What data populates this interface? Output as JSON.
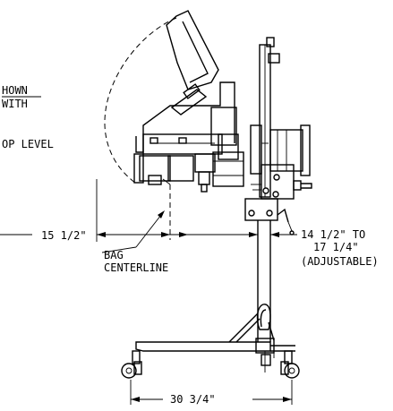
{
  "notes": {
    "note1_line1": "HOWN",
    "note1_line2": "WITH",
    "note2": "OP  LEVEL"
  },
  "dimensions": {
    "left_width": "15  1/2\"",
    "right_width_line1": "14  1/2\"  TO",
    "right_width_line2": "17  1/4\"",
    "right_width_line3": "(ADJUSTABLE)",
    "base_width": "30  3/4\""
  },
  "callouts": {
    "bag_centerline_line1": "BAG",
    "bag_centerline_line2": "CENTERLINE"
  }
}
